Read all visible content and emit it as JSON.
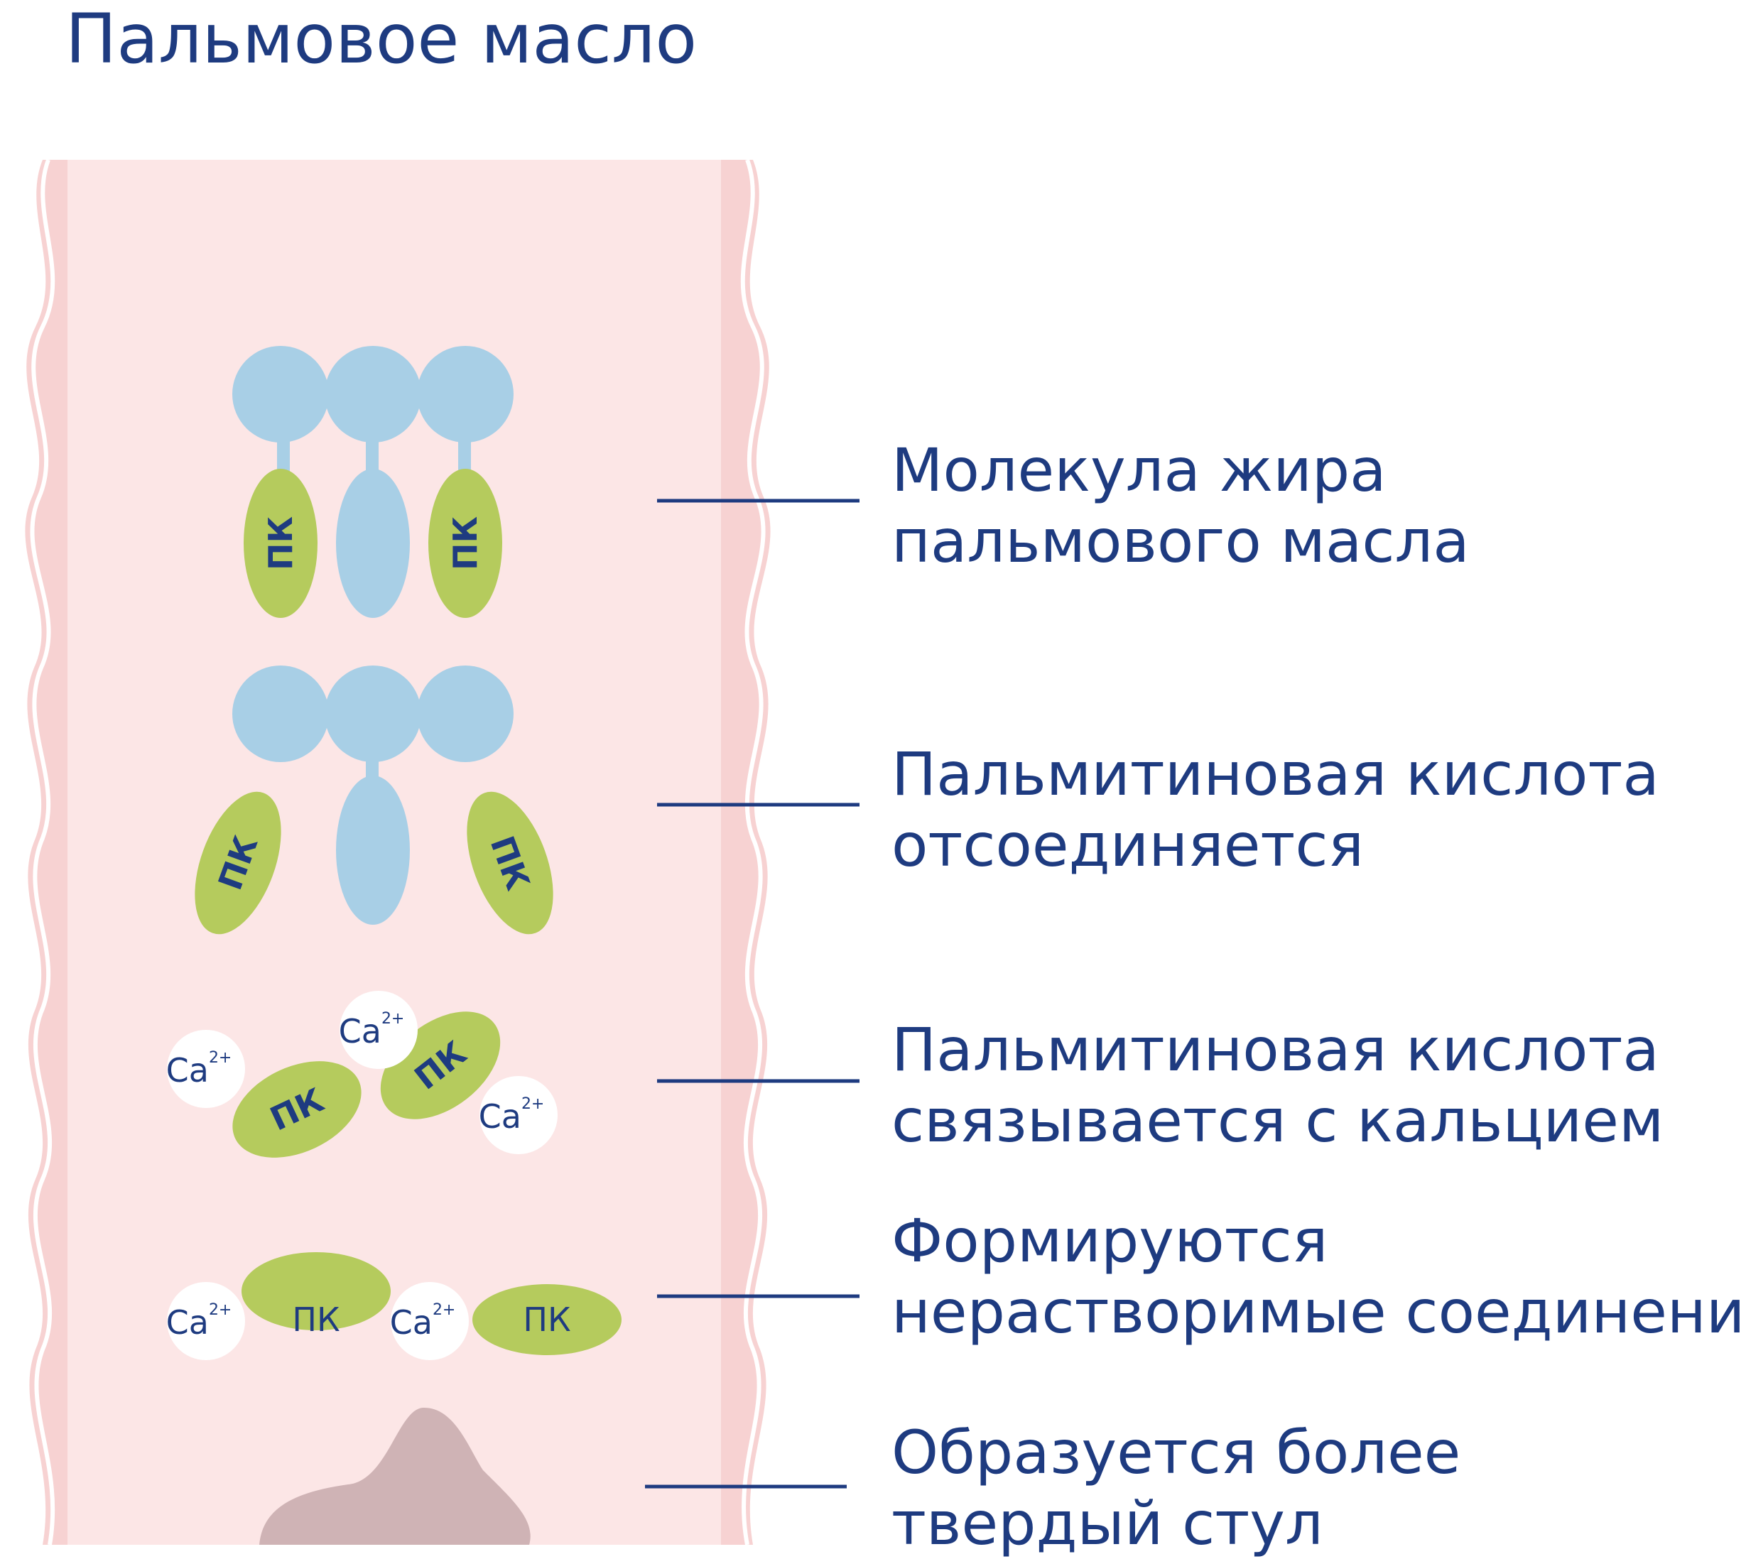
{
  "title": "Пальмовое масло",
  "labels": {
    "fatty_acid": "ПК",
    "calcium_symbol": "Ca",
    "calcium_charge": "2+"
  },
  "steps": [
    {
      "line1": "Молекула жира",
      "line2": "пальмового масла"
    },
    {
      "line1": "Пальмитиновая кислота",
      "line2": "отсоединяется"
    },
    {
      "line1": "Пальмитиновая кислота",
      "line2": "связывается с кальцием"
    },
    {
      "line1": "Формируются",
      "line2": "нерастворимые соединения"
    },
    {
      "line1": "Образуется более",
      "line2": "твердый стул"
    }
  ],
  "colors": {
    "text": "#1e3b80",
    "intestine_fill": "#fce6e6",
    "intestine_wall": "#f7d2d2",
    "glycerol": "#a8cfe6",
    "fatty_acid": "#b5cb5d",
    "calcium": "#ffffff",
    "stool": "#cfb3b5",
    "leader_line": "#1e3b80"
  }
}
